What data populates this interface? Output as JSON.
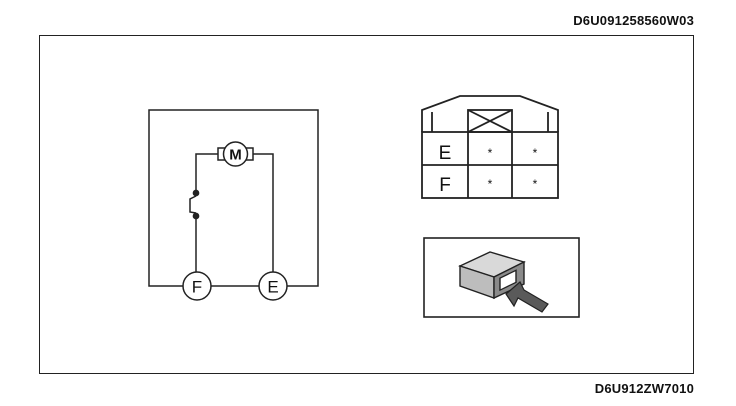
{
  "codes": {
    "top": "D6U091258560W03",
    "bottom": "D6U912ZW7010"
  },
  "circuit": {
    "motor_label": "M",
    "terminal_f": "F",
    "terminal_e": "E"
  },
  "connector_table": {
    "rows": [
      {
        "label": "E",
        "cells": [
          "*",
          "*"
        ]
      },
      {
        "label": "F",
        "cells": [
          "*",
          "*"
        ]
      }
    ]
  }
}
